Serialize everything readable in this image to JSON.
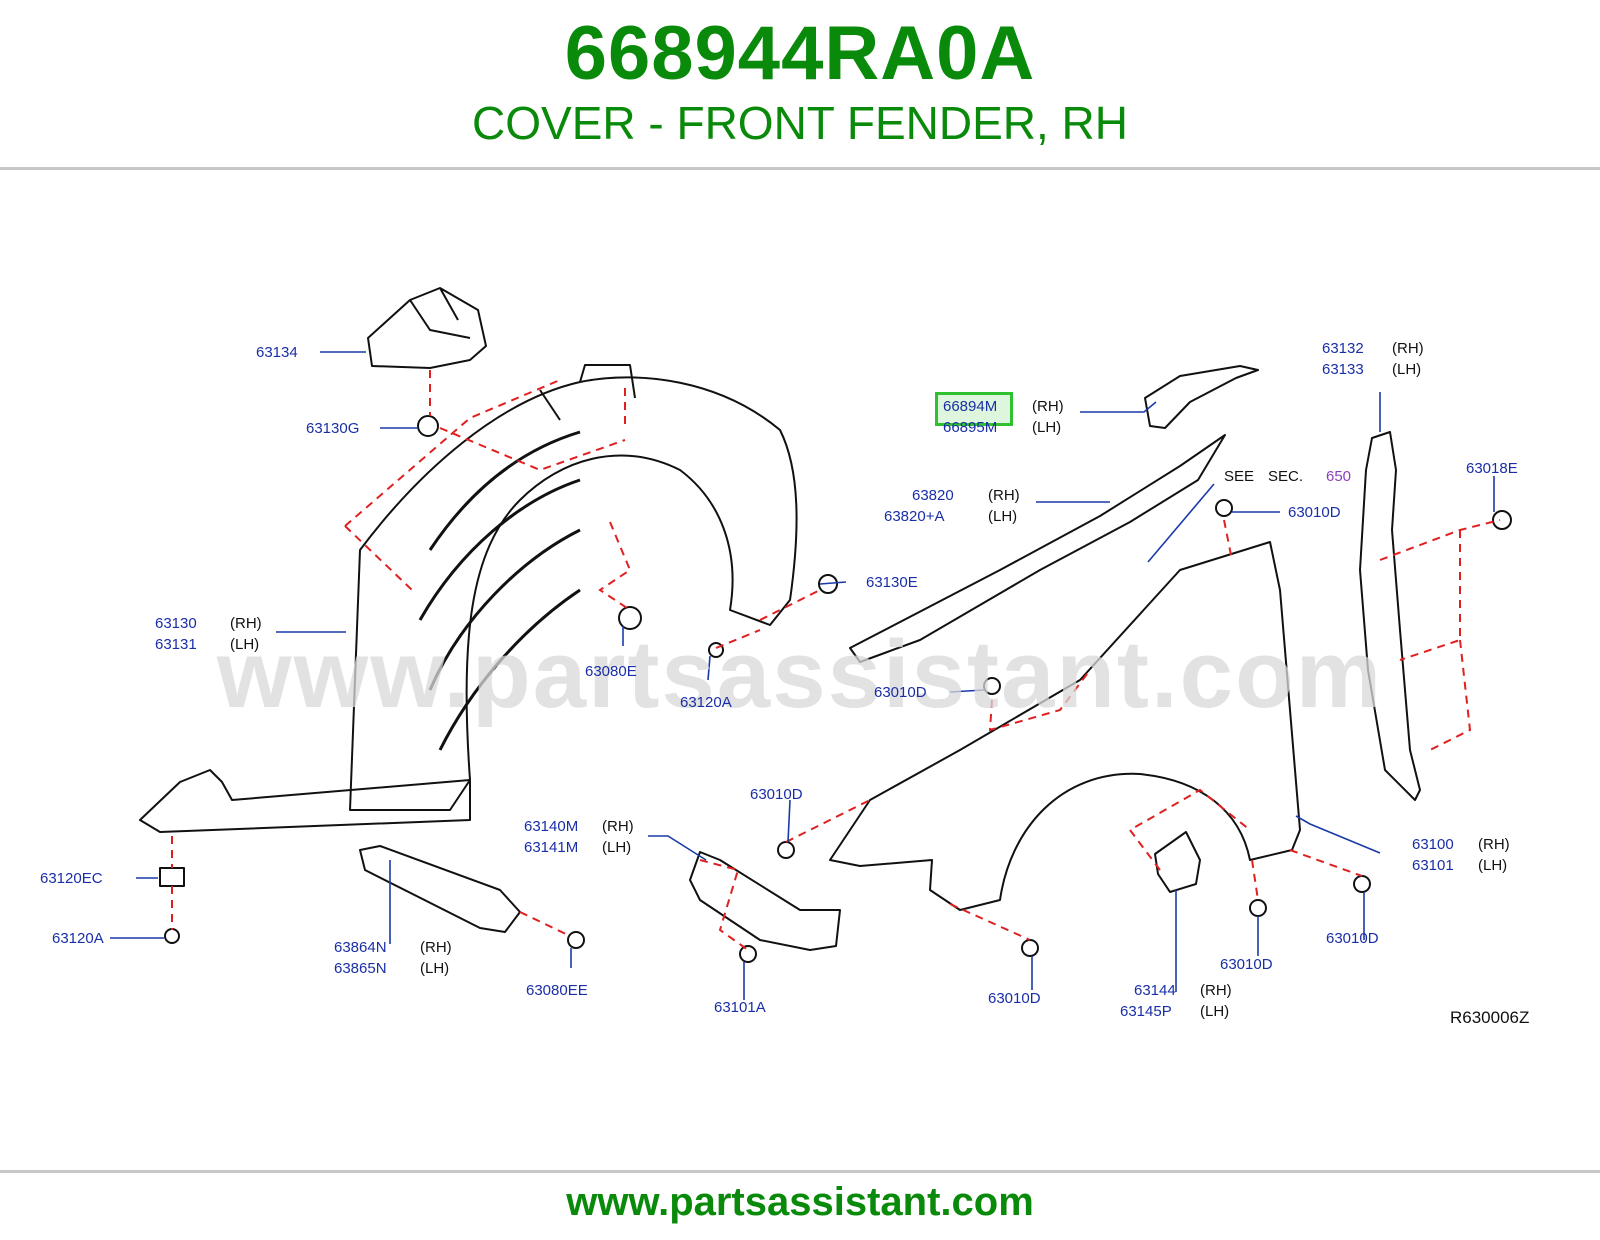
{
  "header": {
    "part_number": "668944RA0A",
    "description": "COVER - FRONT FENDER, RH"
  },
  "footer": {
    "site": "www.partsassistant.com"
  },
  "watermark": "www.partsassistant.com",
  "diagram_ref": "R630006Z",
  "see_section": {
    "prefix": "SEE",
    "sec": "SEC.",
    "number": "650"
  },
  "colors": {
    "brand_green": "#0a8a0a",
    "label_blue": "#1a2ea8",
    "highlight": "#2fc12f",
    "dash_red": "#e02020"
  },
  "labels": {
    "l63134": "63134",
    "l63130g": "63130G",
    "l63130": "63130",
    "l63131": "63131",
    "l63120ec": "63120EC",
    "l63120a_left": "63120A",
    "l63080e": "63080E",
    "l63120a_mid": "63120A",
    "l63130e": "63130E",
    "l63864n": "63864N",
    "l63865n": "63865N",
    "l63080ee": "63080EE",
    "l63140m": "63140M",
    "l63141m": "63141M",
    "l63101a": "63101A",
    "l66894m": "66894M",
    "l66895m": "66895M",
    "l63820": "63820",
    "l63820a": "63820+A",
    "l63010d_a": "63010D",
    "l63010d_b": "63010D",
    "l63010d_c": "63010D",
    "l63010d_d": "63010D",
    "l63010d_e": "63010D",
    "l63010d_f": "63010D",
    "l63132": "63132",
    "l63133": "63133",
    "l63018e": "63018E",
    "l63100": "63100",
    "l63101": "63101",
    "l63144": "63144",
    "l63145p": "63145P"
  },
  "sides": {
    "rh": "(RH)",
    "lh": "(LH)"
  }
}
